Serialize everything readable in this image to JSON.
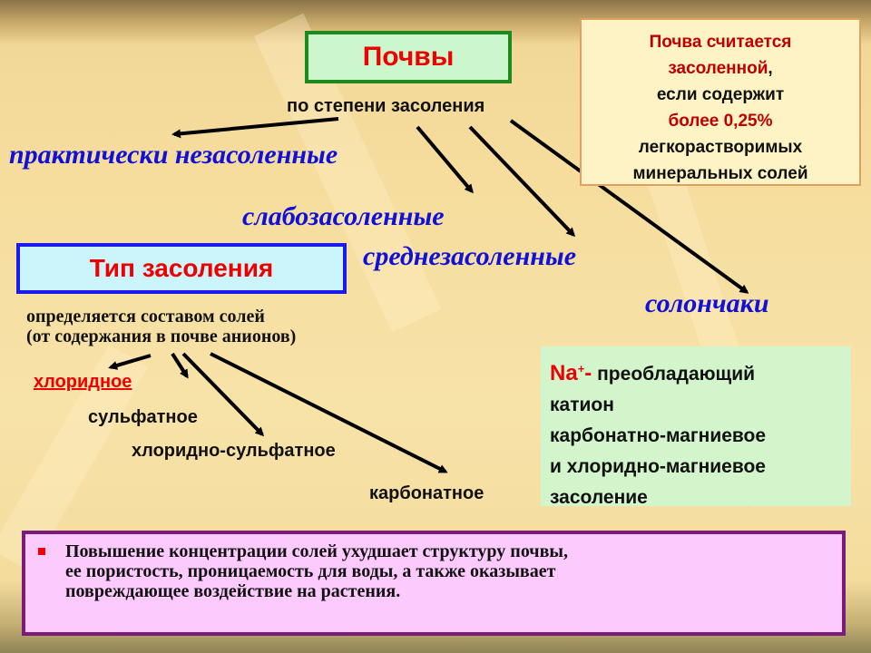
{
  "title_box": {
    "label": "Почвы"
  },
  "subtitle": "по степени засоления",
  "salinity_degrees": [
    "практически незасоленные",
    "слабозасоленные",
    "среднезасоленные",
    "солончаки"
  ],
  "note": {
    "line1": "Почва считается",
    "line2": "засоленной",
    "line2_suffix": ",",
    "line3": "если содержит",
    "line4": "более 0,25%",
    "line5": "легкорастворимых",
    "line6": "минеральных солей"
  },
  "type_box": {
    "label": "Тип засоления"
  },
  "type_desc": {
    "line1": "определяется составом солей",
    "line2": "(от содержания в почве анионов)"
  },
  "salinity_types": [
    "хлоридное",
    "сульфатное",
    "хлоридно-сульфатное",
    "карбонатное"
  ],
  "cation_box": {
    "ion": "Na",
    "ion_sup": "+",
    "ion_dash": "-",
    "line1": "преобладающий",
    "line2": "катион",
    "line3": "карбонатно-магниевое",
    "line4": "и хлоридно-магниевое",
    "line5": "засоление"
  },
  "bottom_note": {
    "line1": "Повышение концентрации солей ухудшает структуру почвы,",
    "line2": "ее пористость, проницаемость для воды, а также оказывает",
    "line3": "повреждающее воздействие на растения."
  },
  "colors": {
    "title_red": "#ee0000",
    "italic_blue": "#1010d8",
    "note_red": "#c00000",
    "green_border": "#1e8a1e",
    "blue_border": "#1a1aee",
    "purple_border": "#7a1a7a"
  }
}
